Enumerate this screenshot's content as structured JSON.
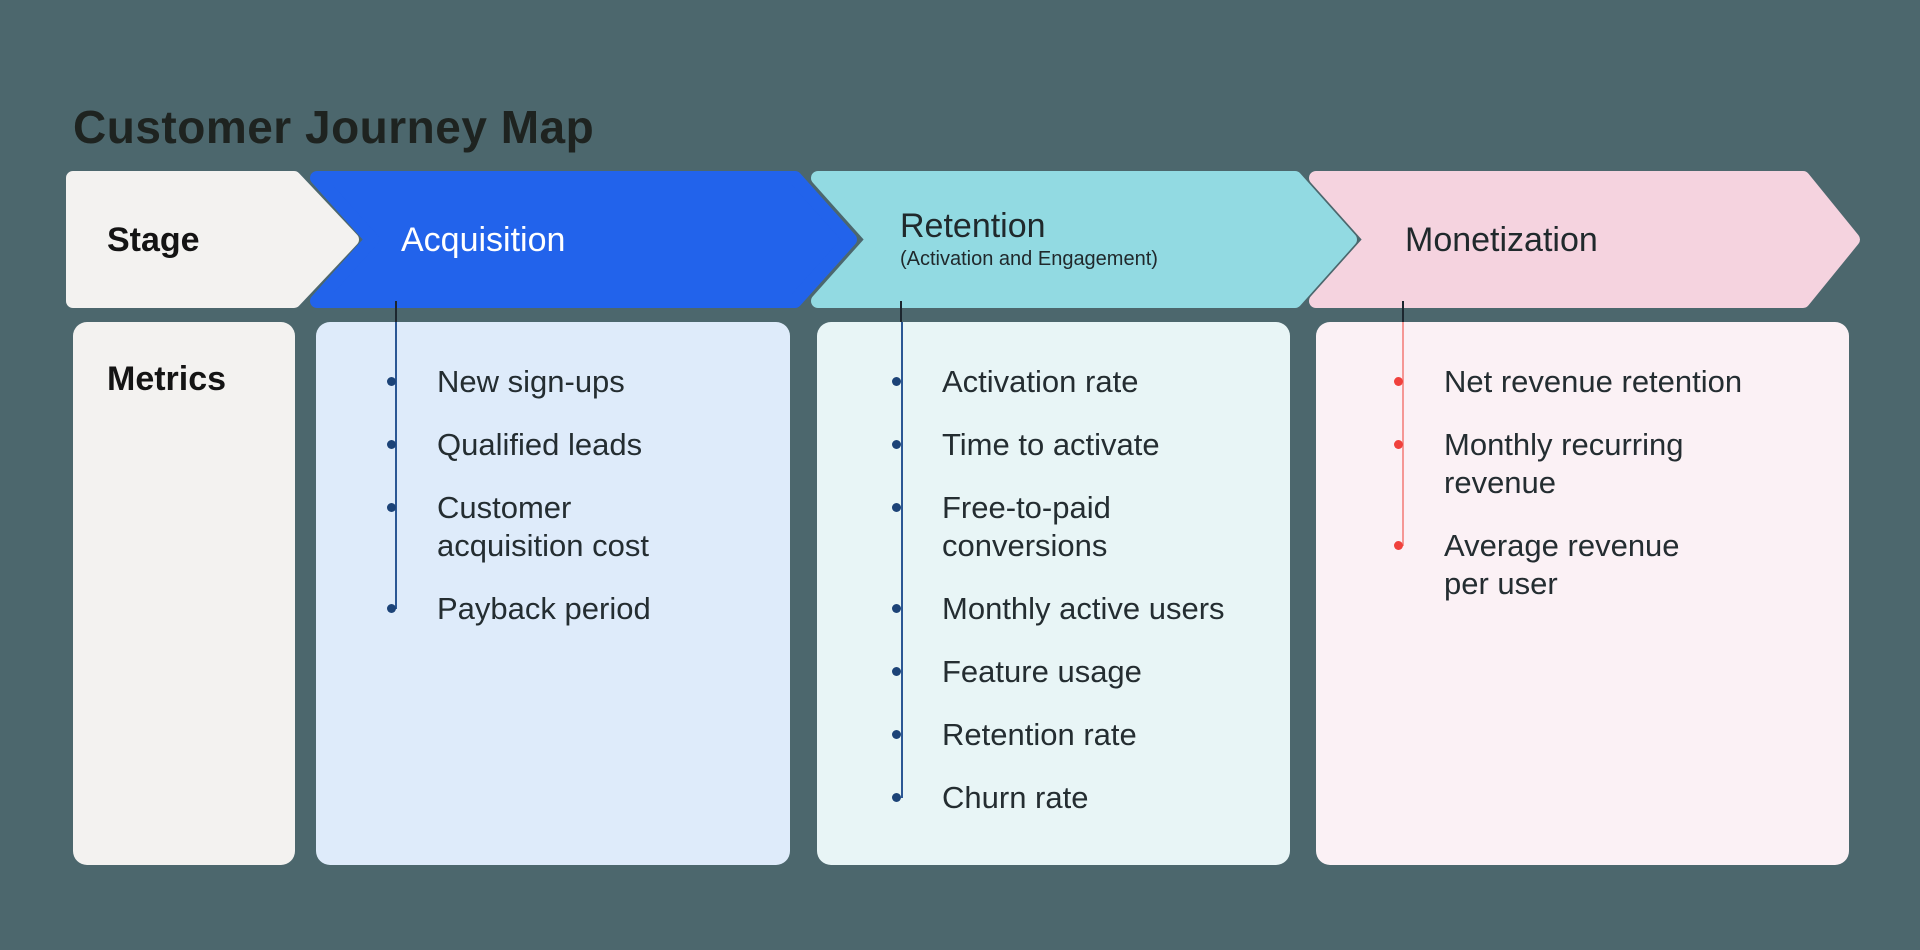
{
  "title": "Customer Journey Map",
  "rows": {
    "stage_label": "Stage",
    "metrics_label": "Metrics"
  },
  "stages": [
    {
      "label": "Acquisition",
      "sublabel": ""
    },
    {
      "label": "Retention",
      "sublabel": "(Activation and Engagement)"
    },
    {
      "label": "Monetization",
      "sublabel": ""
    }
  ],
  "columns": [
    {
      "stage": "Acquisition",
      "items": [
        "New sign-ups",
        "Qualified leads",
        "Customer\nacquisition cost",
        "Payback period"
      ]
    },
    {
      "stage": "Retention",
      "items": [
        "Activation rate",
        "Time to activate",
        "Free-to-paid\nconversions",
        "Monthly active users",
        "Feature usage",
        "Retention rate",
        "Churn rate"
      ]
    },
    {
      "stage": "Monetization",
      "items": [
        "Net revenue retention",
        "Monthly recurring\nrevenue",
        "Average revenue\nper user"
      ]
    }
  ],
  "colors": {
    "background": "#4C676D",
    "title_text": "#1E2320",
    "body_text": "#242D31",
    "arrow_text_dark": "#20292C",
    "stage_fill": "#F3F2F0",
    "acquisition_fill": "#2263EB",
    "retention_fill": "#92DAE2",
    "monetization_fill": "#F5D3DF",
    "stage_card_fill": "#F3F2F0",
    "acquisition_card_fill": "#DEEBFA",
    "retention_card_fill": "#E8F5F6",
    "monetization_card_fill": "#FBF1F5",
    "bullet_navy": "#1C4377",
    "rail_navy": "#2B5794",
    "bullet_red": "#F0413C",
    "rail_red": "#F59795",
    "stem_dark": "#1C262E"
  }
}
